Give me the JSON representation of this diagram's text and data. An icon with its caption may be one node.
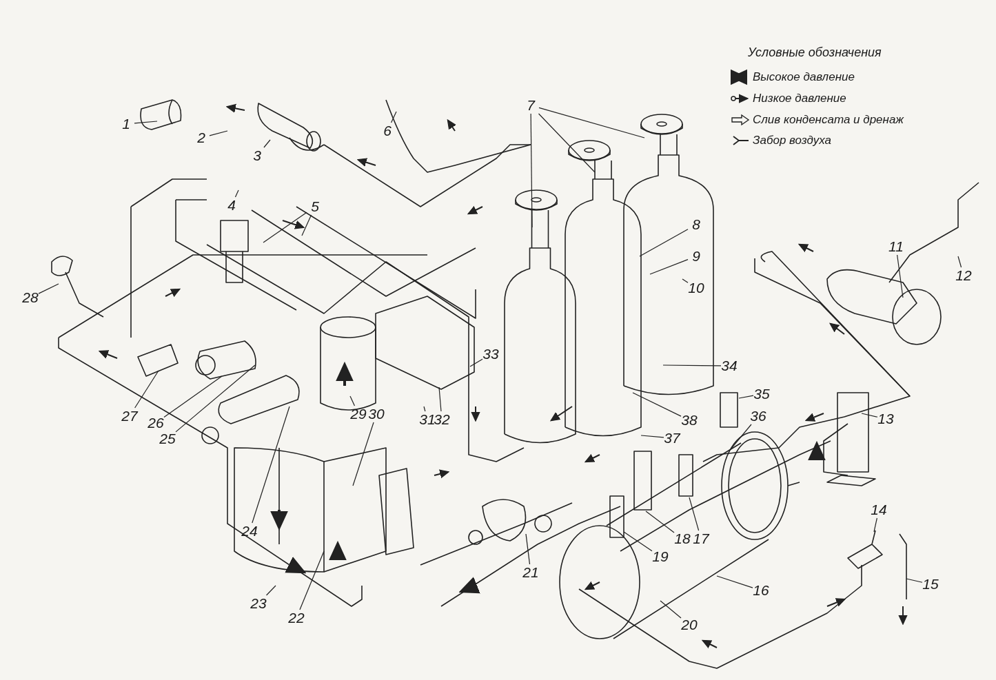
{
  "diagram": {
    "nodes": [
      {
        "text": [
          "1"
        ]
      },
      {
        "text": [
          "2"
        ]
      },
      {
        "text": [
          "3"
        ]
      },
      {
        "text": [
          "4"
        ]
      },
      {
        "text": [
          "5"
        ]
      },
      {
        "text": [
          "6"
        ]
      },
      {
        "text": [
          "7"
        ]
      },
      {
        "text": [
          "8"
        ]
      },
      {
        "text": [
          "9"
        ]
      },
      {
        "text": [
          "10"
        ]
      },
      {
        "text": [
          "11"
        ]
      },
      {
        "text": [
          "12"
        ]
      },
      {
        "text": [
          "13"
        ]
      },
      {
        "text": [
          "14"
        ]
      },
      {
        "text": [
          "15"
        ]
      },
      {
        "text": [
          "16"
        ]
      },
      {
        "text": [
          "17"
        ]
      },
      {
        "text": [
          "18"
        ]
      },
      {
        "text": [
          "19"
        ]
      },
      {
        "text": [
          "20"
        ]
      },
      {
        "text": [
          "21"
        ]
      },
      {
        "text": [
          "22"
        ]
      },
      {
        "text": [
          "23"
        ]
      },
      {
        "text": [
          "24"
        ]
      },
      {
        "text": [
          "25"
        ]
      },
      {
        "text": [
          "26"
        ]
      },
      {
        "text": [
          "27"
        ]
      },
      {
        "text": [
          "28"
        ]
      },
      {
        "text": [
          "29"
        ]
      },
      {
        "text": [
          "30"
        ]
      },
      {
        "text": [
          "31"
        ]
      },
      {
        "text": [
          "32"
        ]
      },
      {
        "text": [
          "33"
        ]
      },
      {
        "text": [
          "34"
        ]
      },
      {
        "text": [
          "35"
        ]
      },
      {
        "text": [
          "36"
        ]
      },
      {
        "text": [
          "37"
        ]
      },
      {
        "text": [
          "38"
        ]
      }
    ],
    "edges": [
      {
        "from": 0,
        "to": null,
        "arrow": "none"
      },
      {
        "from": 1,
        "to": null,
        "arrow": "none"
      },
      {
        "from": 2,
        "to": null,
        "arrow": "none"
      },
      {
        "from": 3,
        "to": null,
        "arrow": "none"
      },
      {
        "from": 4,
        "to": null,
        "arrow": "none"
      },
      {
        "from": 4,
        "to": null,
        "arrow": "none"
      },
      {
        "from": 5,
        "to": null,
        "arrow": "none"
      },
      {
        "from": 6,
        "to": null,
        "arrow": "none"
      },
      {
        "from": 6,
        "to": null,
        "arrow": "none"
      },
      {
        "from": 6,
        "to": null,
        "arrow": "none"
      },
      {
        "from": 7,
        "to": null,
        "arrow": "none"
      },
      {
        "from": 8,
        "to": null,
        "arrow": "none"
      },
      {
        "from": 9,
        "to": null,
        "arrow": "none"
      },
      {
        "from": 10,
        "to": null,
        "arrow": "none"
      },
      {
        "from": 11,
        "to": null,
        "arrow": "none"
      },
      {
        "from": 12,
        "to": null,
        "arrow": "none"
      },
      {
        "from": 13,
        "to": null,
        "arrow": "none"
      },
      {
        "from": 14,
        "to": null,
        "arrow": "none"
      },
      {
        "from": 15,
        "to": null,
        "arrow": "none"
      },
      {
        "from": 16,
        "to": null,
        "arrow": "none"
      },
      {
        "from": 17,
        "to": null,
        "arrow": "none"
      },
      {
        "from": 18,
        "to": null,
        "arrow": "none"
      },
      {
        "from": 19,
        "to": null,
        "arrow": "none"
      },
      {
        "from": 20,
        "to": null,
        "arrow": "none"
      },
      {
        "from": 21,
        "to": null,
        "arrow": "none"
      },
      {
        "from": 22,
        "to": null,
        "arrow": "none"
      },
      {
        "from": 23,
        "to": null,
        "arrow": "none"
      },
      {
        "from": 24,
        "to": null,
        "arrow": "none"
      },
      {
        "from": 25,
        "to": null,
        "arrow": "none"
      },
      {
        "from": 26,
        "to": null,
        "arrow": "none"
      },
      {
        "from": 27,
        "to": null,
        "arrow": "none"
      },
      {
        "from": 28,
        "to": null,
        "arrow": "none"
      },
      {
        "from": 29,
        "to": null,
        "arrow": "none"
      },
      {
        "from": 30,
        "to": null,
        "arrow": "none"
      },
      {
        "from": 31,
        "to": null,
        "arrow": "none"
      },
      {
        "from": 32,
        "to": null,
        "arrow": "none"
      },
      {
        "from": 33,
        "to": null,
        "arrow": "none"
      },
      {
        "from": 34,
        "to": null,
        "arrow": "none"
      },
      {
        "from": 35,
        "to": null,
        "arrow": "none"
      },
      {
        "from": 36,
        "to": null,
        "arrow": "none"
      },
      {
        "from": 37,
        "to": null,
        "arrow": "none"
      }
    ],
    "labels": [
      "Условные обозначения"
    ],
    "legend": [
      {
        "text": "Высокое давление"
      },
      {
        "text": "Низкое давление"
      },
      {
        "text": "Слив конденсата и дренаж"
      },
      {
        "text": "Забор воздуха"
      }
    ]
  }
}
